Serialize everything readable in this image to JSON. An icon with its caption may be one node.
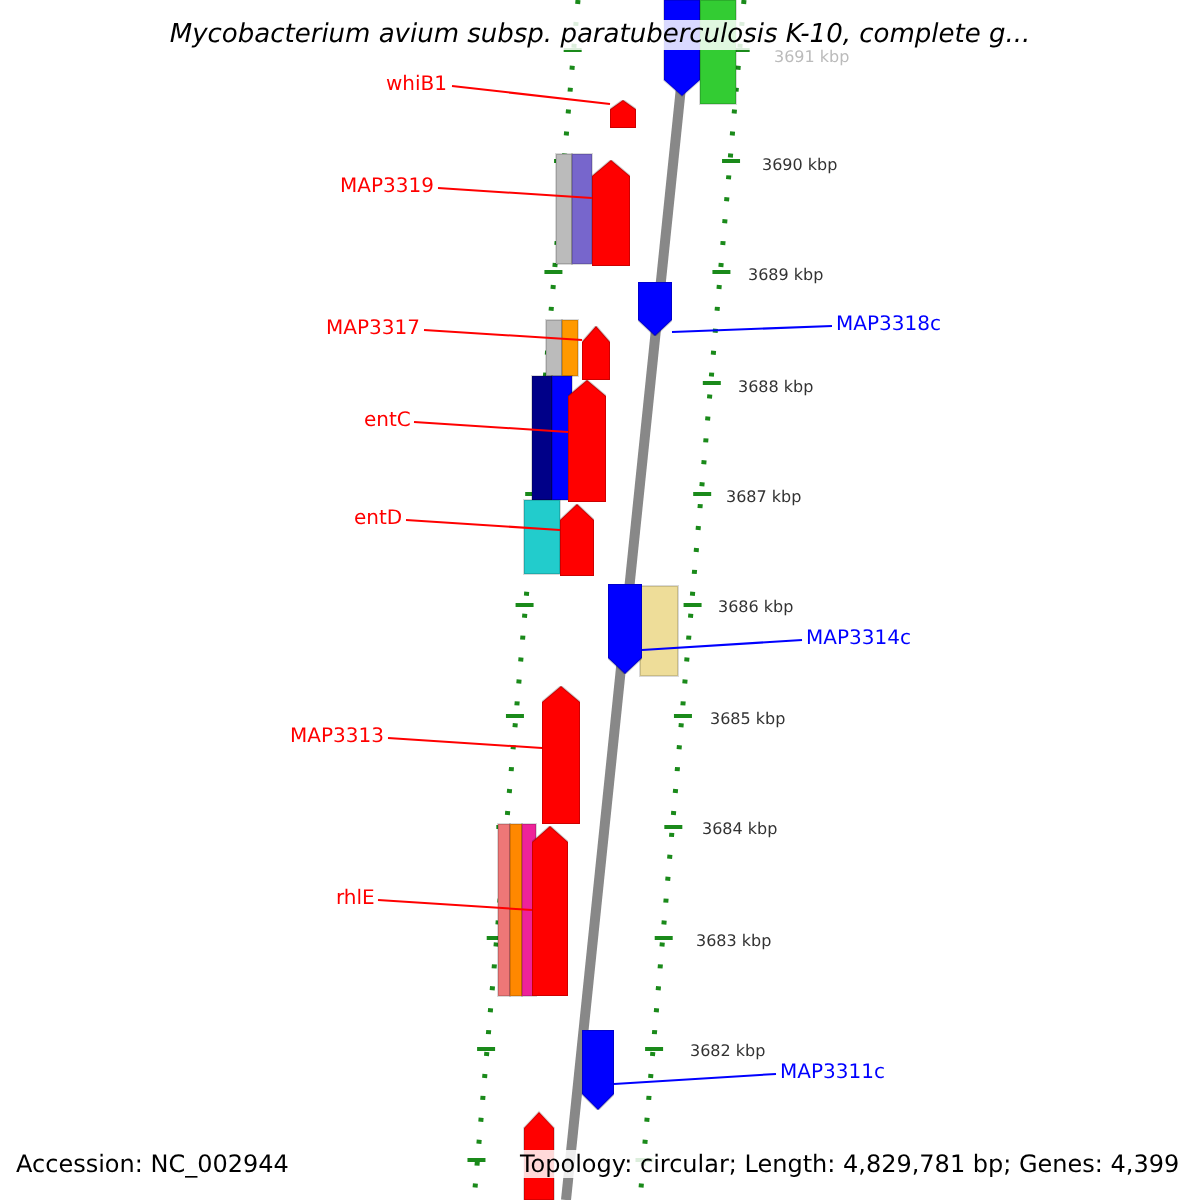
{
  "diagram": {
    "title": "Mycobacterium avium subsp. paratuberculosis K-10, complete g...",
    "nodes": [
      {
        "text": [
          "whiB1"
        ]
      },
      {
        "text": [],
        "shape": "bar"
      },
      {
        "text": [
          "MAP3319"
        ]
      },
      {
        "text": [],
        "shape": "bar"
      },
      {
        "text": [
          "MAP3318c"
        ]
      },
      {
        "text": [],
        "shape": "bar"
      },
      {
        "text": [
          "MAP3317"
        ]
      },
      {
        "text": [],
        "shape": "bar"
      },
      {
        "text": [
          "entC"
        ]
      },
      {
        "text": [],
        "shape": "bar"
      },
      {
        "text": [
          "entD"
        ]
      },
      {
        "text": [],
        "shape": "bar"
      },
      {
        "text": [
          "MAP3314c"
        ]
      },
      {
        "text": [],
        "shape": "bar"
      },
      {
        "text": [
          "MAP3313"
        ]
      },
      {
        "text": [],
        "shape": "bar"
      },
      {
        "text": [
          "rhlE"
        ]
      },
      {
        "text": [],
        "shape": "bar"
      },
      {
        "text": [
          "MAP3311c"
        ]
      },
      {
        "text": [],
        "shape": "bar"
      }
    ],
    "edges": [
      {
        "from": 0,
        "to": 1,
        "arrow": "none"
      },
      {
        "from": 2,
        "to": 3,
        "arrow": "none"
      },
      {
        "from": 4,
        "to": 5,
        "arrow": "none",
        "color": "#0000ff"
      },
      {
        "from": 6,
        "to": 7,
        "arrow": "none"
      },
      {
        "from": 8,
        "to": 9,
        "arrow": "none"
      },
      {
        "from": 10,
        "to": 11,
        "arrow": "none"
      },
      {
        "from": 12,
        "to": 13,
        "arrow": "none",
        "color": "#0000ff"
      },
      {
        "from": 14,
        "to": 15,
        "arrow": "none"
      },
      {
        "from": 16,
        "to": 17,
        "arrow": "none"
      },
      {
        "from": 18,
        "to": 19,
        "arrow": "none",
        "color": "#0000ff"
      }
    ],
    "labels": [
      "3691 kbp",
      "3690 kbp",
      "3689 kbp",
      "3688 kbp",
      "3687 kbp",
      "3686 kbp",
      "3685 kbp",
      "3684 kbp",
      "3683 kbp",
      "3682 kbp",
      "Accession: NC_002944",
      "Topology: circular; Length: 4,829,781 bp; Genes: 4,399"
    ]
  }
}
